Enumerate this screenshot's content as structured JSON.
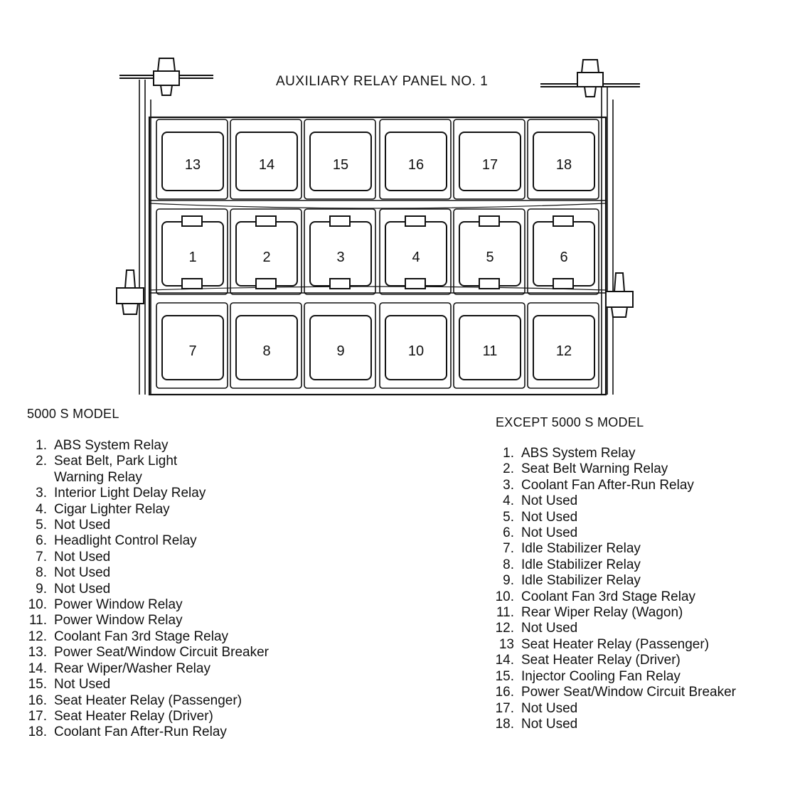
{
  "panel_title": "AUXILIARY RELAY PANEL NO. 1",
  "slots": {
    "top_row": [
      "13",
      "14",
      "15",
      "16",
      "17",
      "18"
    ],
    "middle_row": [
      "1",
      "2",
      "3",
      "4",
      "5",
      "6"
    ],
    "bottom_row": [
      "7",
      "8",
      "9",
      "10",
      "11",
      "12"
    ]
  },
  "left_list": {
    "heading": "5000 S MODEL",
    "items": [
      {
        "num": "1.",
        "lines": [
          "ABS System Relay"
        ]
      },
      {
        "num": "2.",
        "lines": [
          "Seat Belt, Park Light",
          "Warning Relay"
        ]
      },
      {
        "num": "3.",
        "lines": [
          "Interior Light Delay Relay"
        ]
      },
      {
        "num": "4.",
        "lines": [
          "Cigar Lighter Relay"
        ]
      },
      {
        "num": "5.",
        "lines": [
          "Not Used"
        ]
      },
      {
        "num": "6.",
        "lines": [
          "Headlight Control Relay"
        ]
      },
      {
        "num": "7.",
        "lines": [
          "Not Used"
        ]
      },
      {
        "num": "8.",
        "lines": [
          "Not Used"
        ]
      },
      {
        "num": "9.",
        "lines": [
          "Not Used"
        ]
      },
      {
        "num": "10.",
        "lines": [
          "Power Window Relay"
        ]
      },
      {
        "num": "11.",
        "lines": [
          "Power Window Relay"
        ]
      },
      {
        "num": "12.",
        "lines": [
          "Coolant Fan 3rd Stage Relay"
        ]
      },
      {
        "num": "13.",
        "lines": [
          "Power Seat/Window Circuit Breaker"
        ]
      },
      {
        "num": "14.",
        "lines": [
          "Rear Wiper/Washer Relay"
        ]
      },
      {
        "num": "15.",
        "lines": [
          "Not Used"
        ]
      },
      {
        "num": "16.",
        "lines": [
          "Seat Heater Relay (Passenger)"
        ]
      },
      {
        "num": "17.",
        "lines": [
          "Seat Heater Relay (Driver)"
        ]
      },
      {
        "num": "18.",
        "lines": [
          "Coolant Fan After-Run Relay"
        ]
      }
    ]
  },
  "right_list": {
    "heading": "EXCEPT 5000 S MODEL",
    "items": [
      {
        "num": "1.",
        "lines": [
          "ABS System Relay"
        ]
      },
      {
        "num": "2.",
        "lines": [
          "Seat Belt Warning Relay"
        ]
      },
      {
        "num": "3.",
        "lines": [
          "Coolant Fan After-Run Relay"
        ]
      },
      {
        "num": "4.",
        "lines": [
          "Not Used"
        ]
      },
      {
        "num": "5.",
        "lines": [
          "Not Used"
        ]
      },
      {
        "num": "6.",
        "lines": [
          "Not Used"
        ]
      },
      {
        "num": "7.",
        "lines": [
          "Idle Stabilizer Relay"
        ]
      },
      {
        "num": "8.",
        "lines": [
          "Idle Stabilizer Relay"
        ]
      },
      {
        "num": "9.",
        "lines": [
          "Idle Stabilizer Relay"
        ]
      },
      {
        "num": "10.",
        "lines": [
          "Coolant Fan 3rd Stage Relay"
        ]
      },
      {
        "num": "11.",
        "lines": [
          "Rear Wiper Relay (Wagon)"
        ]
      },
      {
        "num": "12.",
        "lines": [
          "Not Used"
        ]
      },
      {
        "num": "13",
        "lines": [
          "Seat Heater Relay (Passenger)"
        ]
      },
      {
        "num": "14.",
        "lines": [
          "Seat Heater Relay (Driver)"
        ]
      },
      {
        "num": "15.",
        "lines": [
          "Injector Cooling Fan Relay"
        ]
      },
      {
        "num": "16.",
        "lines": [
          "Power Seat/Window Circuit Breaker"
        ]
      },
      {
        "num": "17.",
        "lines": [
          "Not Used"
        ]
      },
      {
        "num": "18.",
        "lines": [
          "Not Used"
        ]
      }
    ]
  }
}
